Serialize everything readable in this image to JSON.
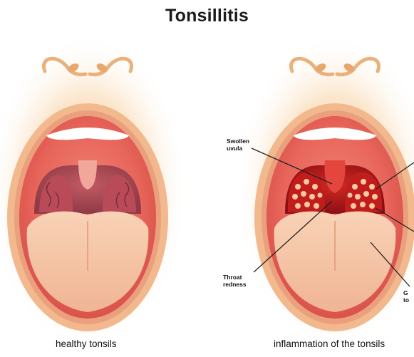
{
  "title": "Tonsillitis",
  "captions": {
    "left": "healthy tonsils",
    "right": "inflammation of the tonsils"
  },
  "annotations": {
    "swollen_uvula": "Swollen\nuvula",
    "throat_redness": "Throat\nredness",
    "cut_off_label": "G\nto"
  },
  "colors": {
    "skin_glow": "#f7c98e",
    "lip": "#f2b88e",
    "mouth_interior": "#e8655a",
    "throat_healthy": "#b34a55",
    "throat_inflamed": "#a8141a",
    "tongue": "#f6c7a8",
    "teeth": "#ffffff",
    "pus_spots": "#f7c9a1"
  }
}
